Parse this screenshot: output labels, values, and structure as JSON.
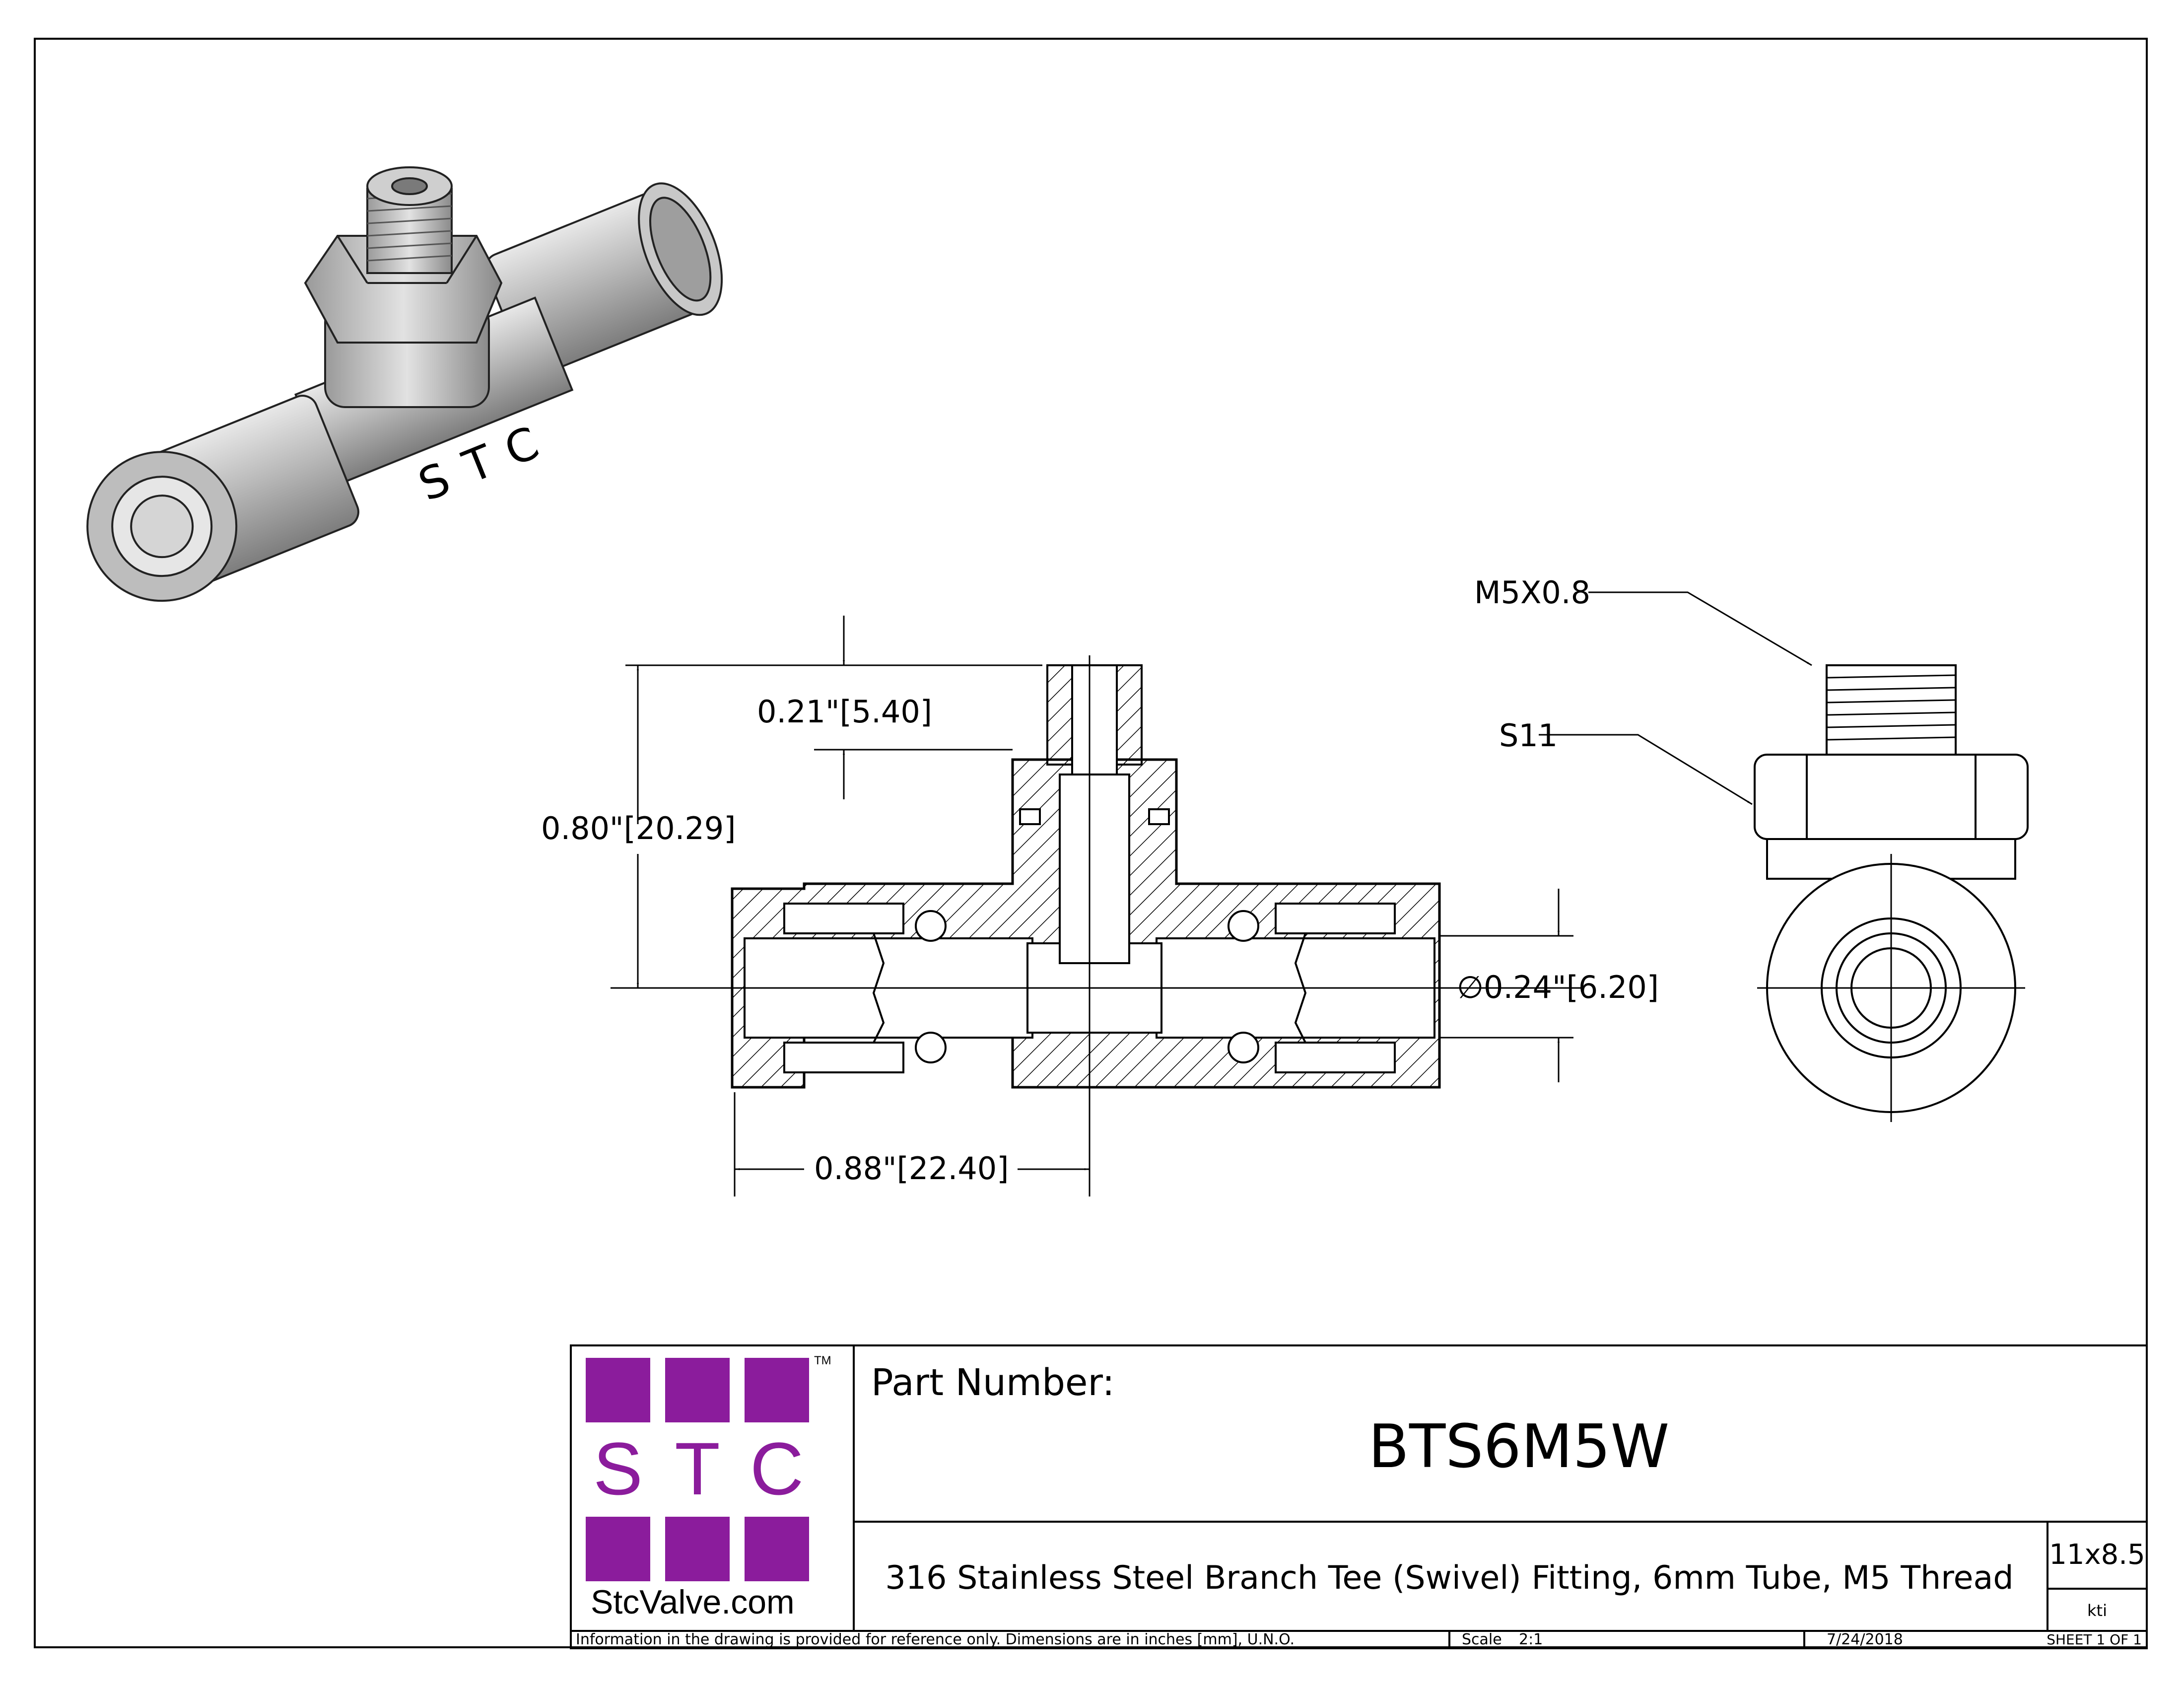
{
  "drawing": {
    "dimensions": {
      "height_top": "0.21\"[5.40]",
      "height_total": "0.80\"[20.29]",
      "length_half": "0.88\"[22.40]",
      "bore_diameter": "∅0.24\"[6.20]"
    },
    "callouts": {
      "thread": "M5X0.8",
      "hex_size": "S11"
    },
    "iso_view": {
      "body_marking": "STC"
    }
  },
  "logo": {
    "letters": [
      "S",
      "T",
      "C"
    ],
    "trademark": "TM",
    "website": "StcValve.com",
    "color": "#8b1c9c"
  },
  "title_block": {
    "part_number_label": "Part Number:",
    "part_number": "BTS6M5W",
    "description": "316 Stainless Steel Branch Tee (Swivel) Fitting, 6mm Tube, M5 Thread",
    "sheet_size": "11x8.5",
    "drawn_by": "kti",
    "disclaimer": "Information in the drawing is provided for reference only. Dimensions are in inches [mm], U.N.O.",
    "scale_label": "Scale",
    "scale_value": "2:1",
    "date": "7/24/2018",
    "sheet": "SHEET 1 OF 1"
  }
}
